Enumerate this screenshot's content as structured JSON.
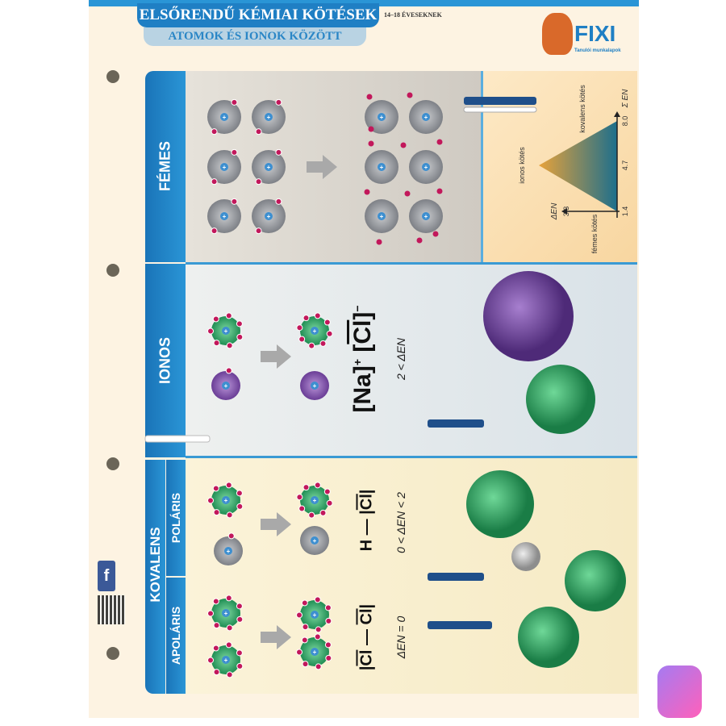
{
  "header": {
    "title": "ELSŐRENDŰ KÉMIAI KÖTÉSEK",
    "subtitle": "ATOMOK ÉS IONOK KÖZÖTT",
    "age": "14–18 ÉVESEKNEK",
    "logo": "FIXI",
    "logo_tagline": "Tanulói munkalapok"
  },
  "sections": {
    "metallic": "FÉMES",
    "ionic": "IONOS",
    "covalent": "KOVALENS",
    "polar": "POLÁRIS",
    "apolar": "APOLÁRIS"
  },
  "triangle": {
    "ionic": "ionos kötés",
    "covalent": "kovalens kötés",
    "metallic": "fémes kötés",
    "y_axis": "ΔEN",
    "x_axis": "Σ EN",
    "y_max": "3.3",
    "x_ticks": [
      "1.4",
      "4.7",
      "8.0"
    ]
  },
  "ionic": {
    "cation": "Na",
    "cation_charge": "+",
    "anion": "Cl",
    "anion_charge": "−",
    "condition": "2 < ΔEN"
  },
  "polar": {
    "formula_left": "H",
    "formula_right": "Cl",
    "condition": "0 < ΔEN < 2"
  },
  "apolar": {
    "formula_left": "Cl",
    "formula_right": "Cl",
    "condition": "ΔEN = 0"
  },
  "colors": {
    "blue": "#1f7fc4",
    "gray_atom": "#8a8d92",
    "green_atom": "#2ea867",
    "purple_atom": "#7b4ba6",
    "electron": "#c2185b"
  }
}
